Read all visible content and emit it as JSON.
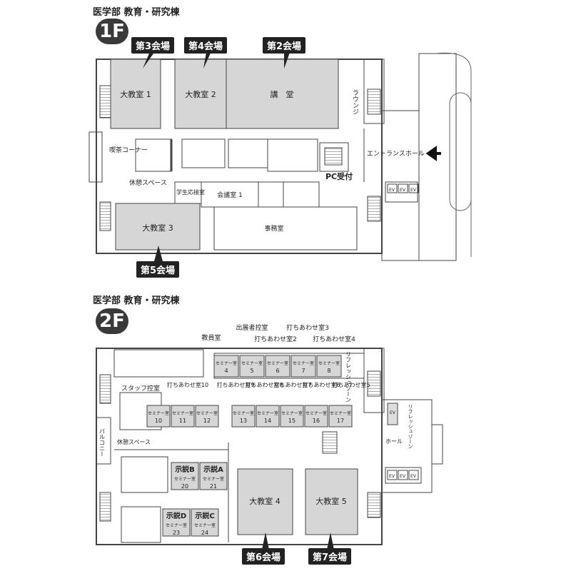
{
  "building_title": "医学部 教育・研究棟",
  "floor1": {
    "badge": "1F",
    "venues": {
      "v3": "第3会場",
      "v4": "第4会場",
      "v2": "第2会場",
      "v5": "第5会場"
    },
    "rooms": {
      "lecture1": "大教室 1",
      "lecture2": "大教室 2",
      "auditorium": "講　堂",
      "lounge": "ラウンジ",
      "cafe": "喫茶コーナー",
      "rest": "休憩スペース",
      "student": "学生応接室",
      "meeting1": "会議室 1",
      "office": "事務室",
      "entrance": "エントランスホール",
      "pc": "PC受付",
      "lecture3": "大教室 3",
      "ev": "EV"
    }
  },
  "floor2": {
    "badge": "2F",
    "venues": {
      "v6": "第6会場",
      "v7": "第7会場"
    },
    "labels": {
      "kyokan": "教員室",
      "exhibitor": "出展者控室",
      "m2": "打ちあわせ室2",
      "m3": "打ちあわせ室3",
      "m4": "打ちあわせ室4",
      "refresh1": "リフレッシュゾーン",
      "refresh2": "リフレッシュゾーン",
      "staff": "スタッフ控室",
      "m10": "打ちあわせ室10",
      "m9": "打ちあわせ室9",
      "m8": "打ちあわせ室8",
      "m7": "打ちあわせ室7",
      "m6": "打ちあわせ室6",
      "m5": "打ちあわせ室5",
      "rest": "休憩スペース",
      "balcony": "バルコニー",
      "hall": "ホール",
      "showB": "示説B",
      "showA": "示説A",
      "showD": "示説D",
      "showC": "示説C",
      "lecture4": "大教室 4",
      "lecture5": "大教室 5",
      "ev": "EV"
    },
    "seminar_label": "セミナー室",
    "seminars_top": [
      "4",
      "5",
      "6",
      "7",
      "8"
    ],
    "seminars_mid": [
      "10",
      "11",
      "12",
      "13",
      "14",
      "15",
      "16",
      "17"
    ],
    "seminars_bottom": [
      "20",
      "21",
      "23",
      "24"
    ]
  }
}
